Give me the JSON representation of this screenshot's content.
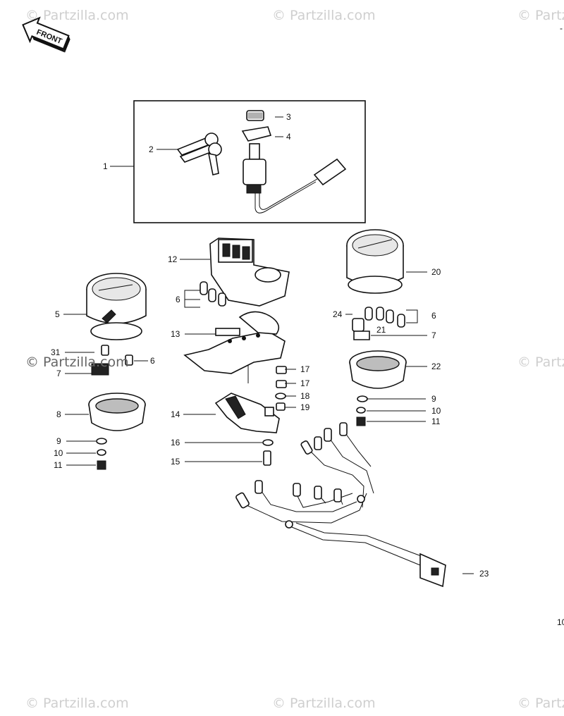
{
  "watermark": "© Partzilla.com",
  "front_arrow_label": "FRONT",
  "page_number": "10",
  "callouts": {
    "c1": "1",
    "c2": "2",
    "c3": "3",
    "c4": "4",
    "c5": "5",
    "c6a": "6",
    "c6b": "6",
    "c6c": "6",
    "c7a": "7",
    "c7b": "7",
    "c8": "8",
    "c9a": "9",
    "c9b": "9",
    "c10a": "10",
    "c10b": "10",
    "c11a": "11",
    "c11b": "11",
    "c12": "12",
    "c13": "13",
    "c14": "14",
    "c15": "15",
    "c16": "16",
    "c17a": "17",
    "c17b": "17",
    "c18": "18",
    "c19": "19",
    "c20": "20",
    "c21": "21",
    "c22": "22",
    "c23": "23",
    "c24": "24",
    "c31": "31"
  },
  "icons": [
    "front-arrow-icon"
  ]
}
